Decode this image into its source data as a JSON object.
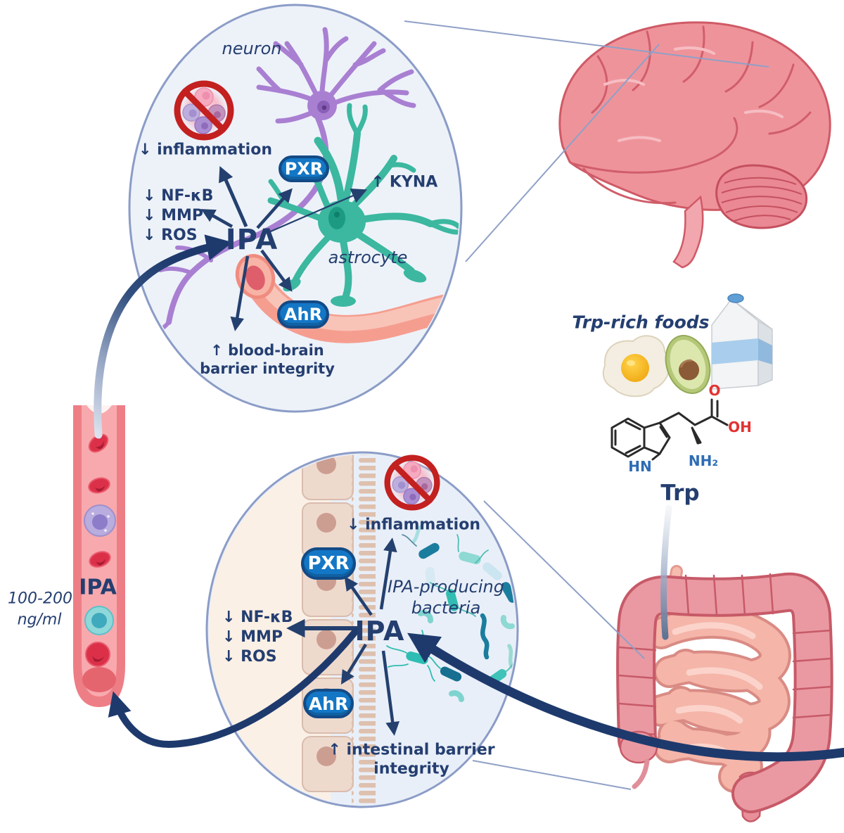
{
  "palette": {
    "navy_text": "#243e70",
    "arrow_navy": "#1e3a6d",
    "pill_blue": "#1377c6",
    "pill_border": "#134a86",
    "prohibition_red": "#c32020",
    "circle_fill_brain": "#edf2f9",
    "circle_fill_gut": "#e9eff8",
    "circle_border": "#8b9cc7",
    "neuron_purple": "#a97fd2",
    "astrocyte_teal": "#3bb89f",
    "vessel_salmon": "#f59e90",
    "brain_pink": "#ef939b",
    "intestine_pink": "#ea99a2",
    "epithelium_tan": "#eedacd"
  },
  "brain_panel": {
    "neuron_label": "neuron",
    "astrocyte_label": "astrocyte",
    "inflammation_label": "↓ inflammation",
    "nfkb": "↓ NF-κB",
    "mmp": "↓ MMP",
    "ros": "↓ ROS",
    "ipa_label": "IPA",
    "pxr_label": "PXR",
    "ahr_label": "AhR",
    "kyna_label": "↑ KYNA",
    "bbb_line1": "↑ blood-brain",
    "bbb_line2": "barrier integrity"
  },
  "gut_panel": {
    "inflammation_label": "↓ inflammation",
    "bacteria_line1": "IPA-producing",
    "bacteria_line2": "bacteria",
    "ipa_label": "IPA",
    "pxr_label": "PXR",
    "ahr_label": "AhR",
    "nfkb": "↓ NF-κB",
    "mmp": "↓ MMP",
    "ros": "↓ ROS",
    "barrier_line1": "↑ intestinal barrier",
    "barrier_line2": "integrity"
  },
  "blood_vessel": {
    "ipa_label": "IPA",
    "concentration_line1": "100-200",
    "concentration_line2": "ng/ml"
  },
  "foods": {
    "title": "Trp-rich foods"
  },
  "trp": {
    "name": "Trp",
    "o": "O",
    "oh": "OH",
    "hn": "HN",
    "nh2": "NH₂"
  }
}
